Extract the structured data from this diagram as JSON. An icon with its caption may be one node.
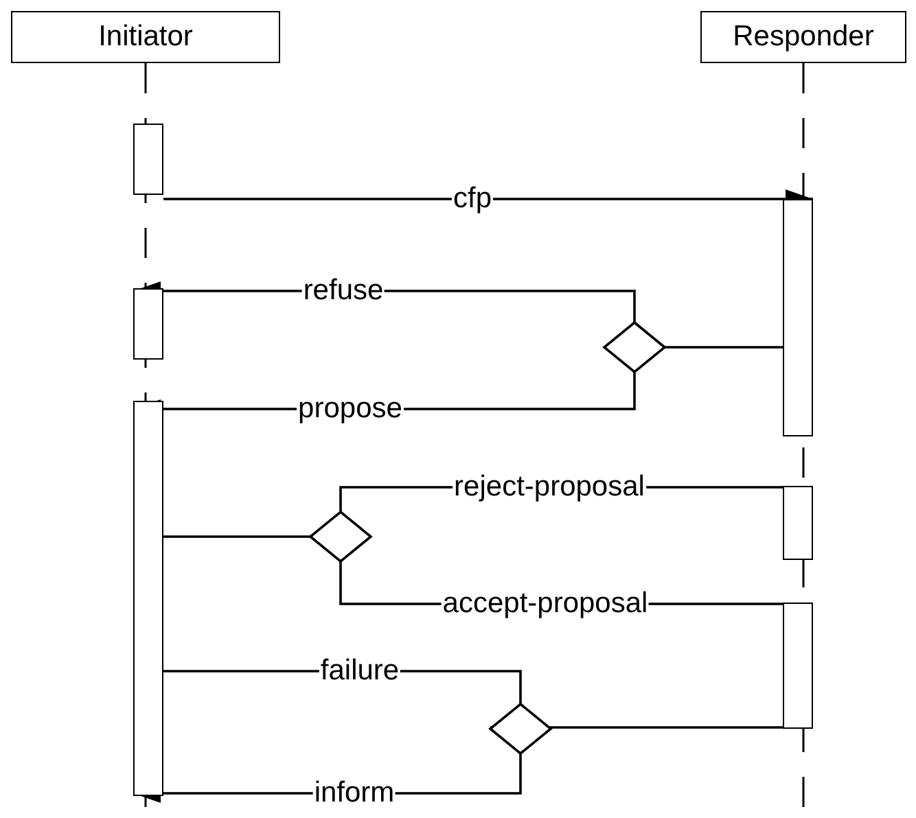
{
  "diagram": {
    "nodes": [
      {
        "text": [
          "Initiator"
        ]
      },
      {
        "text": [
          "Responder"
        ]
      },
      {
        "text": [],
        "shape": "bar"
      },
      {
        "text": [],
        "shape": "bar"
      },
      {
        "text": [],
        "shape": "bar"
      },
      {
        "text": [],
        "shape": "bar"
      },
      {
        "text": [],
        "shape": "bar"
      },
      {
        "text": [],
        "shape": "bar"
      },
      {
        "text": [],
        "shape": "diamond"
      },
      {
        "text": [],
        "shape": "diamond"
      },
      {
        "text": [],
        "shape": "diamond"
      }
    ],
    "edges": [
      {
        "from": 2,
        "to": 5,
        "arrow": "to",
        "label": "cfp"
      },
      {
        "from": 5,
        "to": 8,
        "arrow": "none"
      },
      {
        "from": 8,
        "to": 3,
        "arrow": "to",
        "label": "refuse"
      },
      {
        "from": 8,
        "to": 4,
        "arrow": "to",
        "label": "propose"
      },
      {
        "from": 4,
        "to": 9,
        "arrow": "none"
      },
      {
        "from": 9,
        "to": 6,
        "arrow": "none",
        "label": "reject-proposal"
      },
      {
        "from": 9,
        "to": 7,
        "arrow": "none",
        "label": "accept-proposal"
      },
      {
        "from": 7,
        "to": 10,
        "arrow": "none"
      },
      {
        "from": 10,
        "to": 4,
        "arrow": "to",
        "label": "failure"
      },
      {
        "from": 10,
        "to": 4,
        "arrow": "to",
        "label": "inform"
      }
    ]
  }
}
